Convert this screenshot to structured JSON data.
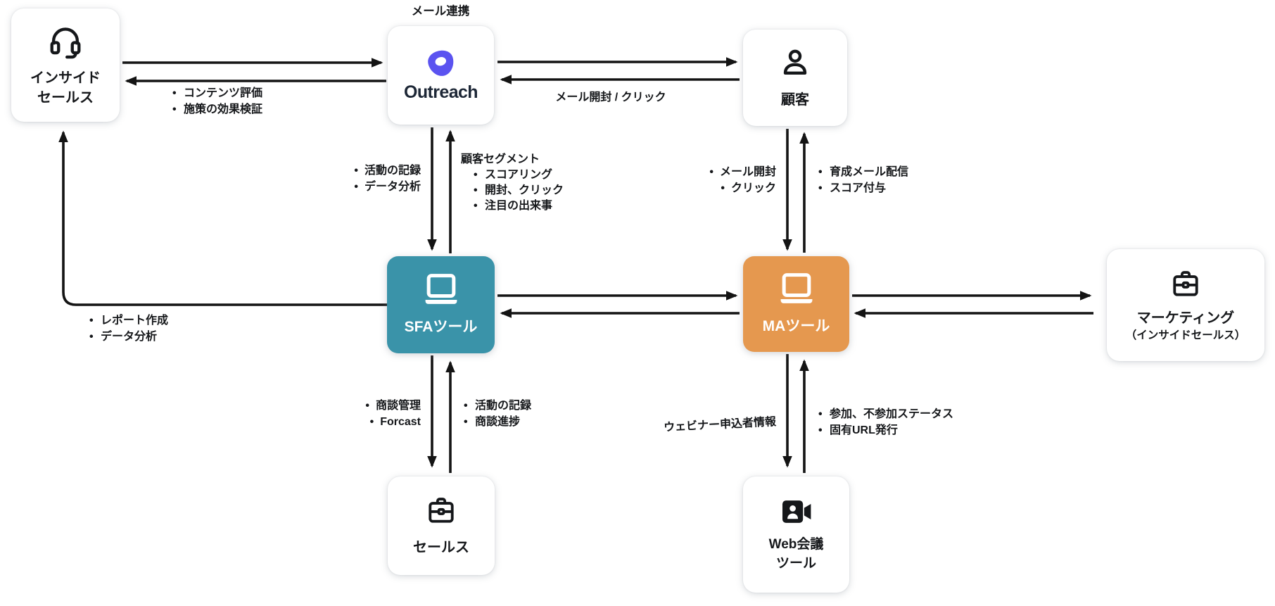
{
  "nodes": {
    "inside_sales": {
      "label_line1": "インサイド",
      "label_line2": "セールス",
      "icon": "headset-icon"
    },
    "outreach": {
      "caption_above": "メール連携",
      "wordmark": "Outreach",
      "icon": "outreach-logo"
    },
    "customer": {
      "label": "顧客",
      "icon": "person-icon"
    },
    "sfa": {
      "label": "SFAツール",
      "icon": "laptop-icon",
      "color": "#3a93a9"
    },
    "ma": {
      "label": "MAツール",
      "icon": "laptop-icon",
      "color": "#e5984f"
    },
    "marketing": {
      "label_line1": "マーケティング",
      "label_line2": "（インサイドセールス）",
      "icon": "briefcase-icon"
    },
    "sales": {
      "label": "セールス",
      "icon": "briefcase-icon"
    },
    "web_meeting": {
      "label_line1": "Web会議",
      "label_line2": "ツール",
      "icon": "video-camera-icon"
    }
  },
  "edge_labels": {
    "outreach_to_inside_sales": {
      "items": [
        "コンテンツ評価",
        "施策の効果検証"
      ]
    },
    "customer_to_outreach": {
      "text": "メール開封 / クリック"
    },
    "outreach_to_sfa": {
      "items": [
        "活動の記録",
        "データ分析"
      ]
    },
    "sfa_to_outreach": {
      "header": "顧客セグメント",
      "items": [
        "スコアリング",
        "開封、クリック",
        "注目の出来事"
      ]
    },
    "customer_to_ma": {
      "items": [
        "メール開封",
        "クリック"
      ]
    },
    "ma_to_customer": {
      "items": [
        "育成メール配信",
        "スコア付与"
      ]
    },
    "sfa_to_inside_sales": {
      "items": [
        "レポート作成",
        "データ分析"
      ]
    },
    "sfa_to_sales": {
      "items": [
        "商談管理",
        "Forcast"
      ]
    },
    "sales_to_sfa": {
      "items": [
        "活動の記録",
        "商談進捗"
      ]
    },
    "ma_to_web_meeting": {
      "text": "ウェビナー申込者情報"
    },
    "web_meeting_to_ma": {
      "items": [
        "参加、不参加ステータス",
        "固有URL発行"
      ]
    }
  },
  "colors": {
    "sfa_box": "#3a93a9",
    "ma_box": "#e5984f",
    "outreach_brand": "#5b53f0",
    "arrow": "#141414",
    "text": "#15171a"
  }
}
